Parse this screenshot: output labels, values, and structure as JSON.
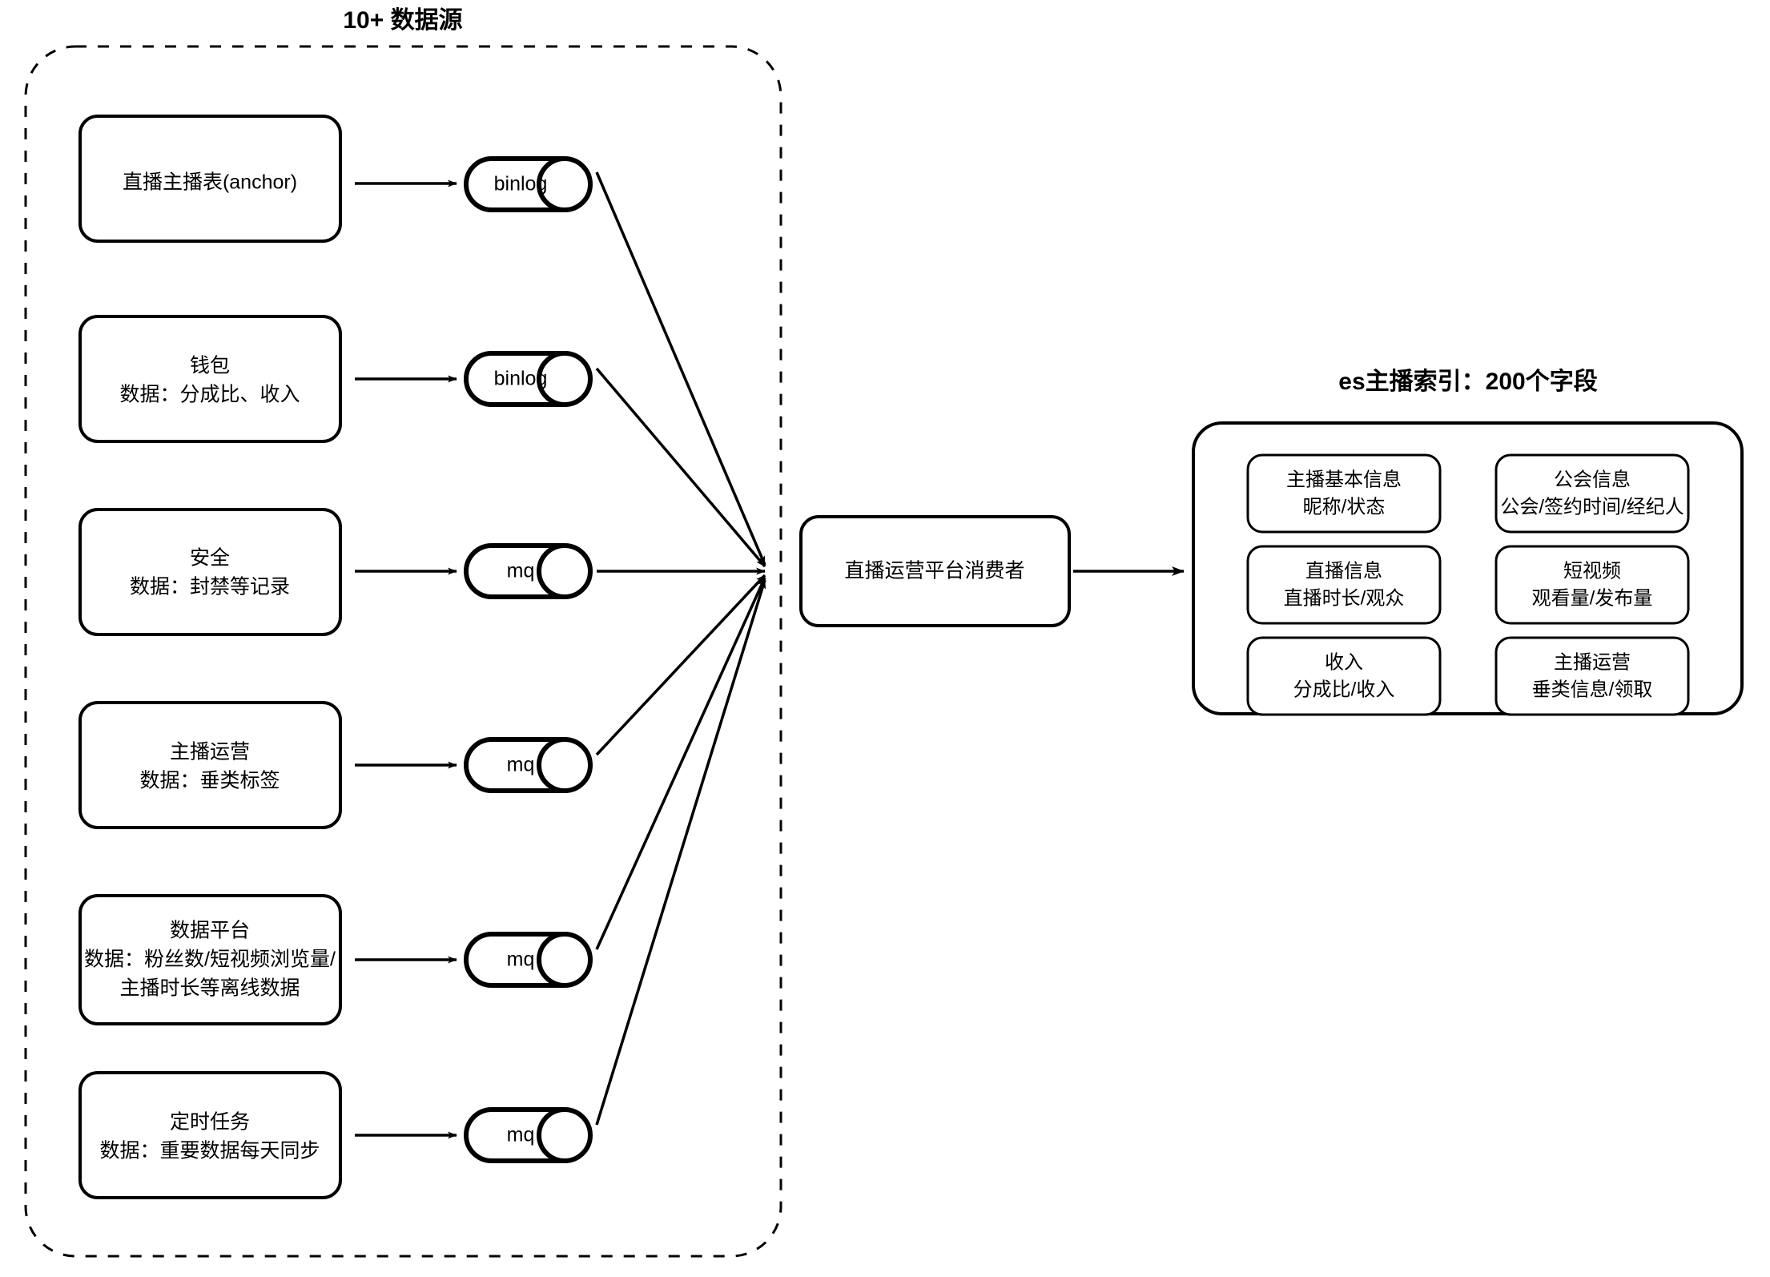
{
  "diagram": {
    "type": "flow",
    "background": "#ffffff",
    "stroke_color": "#000000",
    "sources_group": {
      "title": "10+ 数据源",
      "border_style": "dashed",
      "sources": [
        {
          "id": "anchor-table",
          "lines": [
            "直播主播表(anchor)"
          ],
          "queue": "binlog"
        },
        {
          "id": "wallet",
          "lines": [
            "钱包",
            "数据：分成比、收入"
          ],
          "queue": "binlog"
        },
        {
          "id": "security",
          "lines": [
            "安全",
            "数据：封禁等记录"
          ],
          "queue": "mq"
        },
        {
          "id": "anchor-operation",
          "lines": [
            "主播运营",
            "数据：垂类标签"
          ],
          "queue": "mq"
        },
        {
          "id": "data-platform",
          "lines": [
            "数据平台",
            "数据：粉丝数/短视频浏览量/",
            "主播时长等离线数据"
          ],
          "queue": "mq"
        },
        {
          "id": "scheduled-task",
          "lines": [
            "定时任务",
            "数据：重要数据每天同步"
          ],
          "queue": "mq"
        }
      ]
    },
    "consumer": {
      "label": "直播运营平台消费者"
    },
    "es_index": {
      "title": "es主播索引：200个字段",
      "fields": [
        {
          "id": "anchor-basic-info",
          "lines": [
            "主播基本信息",
            "昵称/状态"
          ]
        },
        {
          "id": "guild-info",
          "lines": [
            "公会信息",
            "公会/签约时间/经纪人"
          ]
        },
        {
          "id": "live-info",
          "lines": [
            "直播信息",
            "直播时长/观众"
          ]
        },
        {
          "id": "short-video",
          "lines": [
            "短视频",
            "观看量/发布量"
          ]
        },
        {
          "id": "revenue",
          "lines": [
            "收入",
            "分成比/收入"
          ]
        },
        {
          "id": "anchor-operation-field",
          "lines": [
            "主播运营",
            "垂类信息/领取"
          ]
        }
      ]
    }
  }
}
